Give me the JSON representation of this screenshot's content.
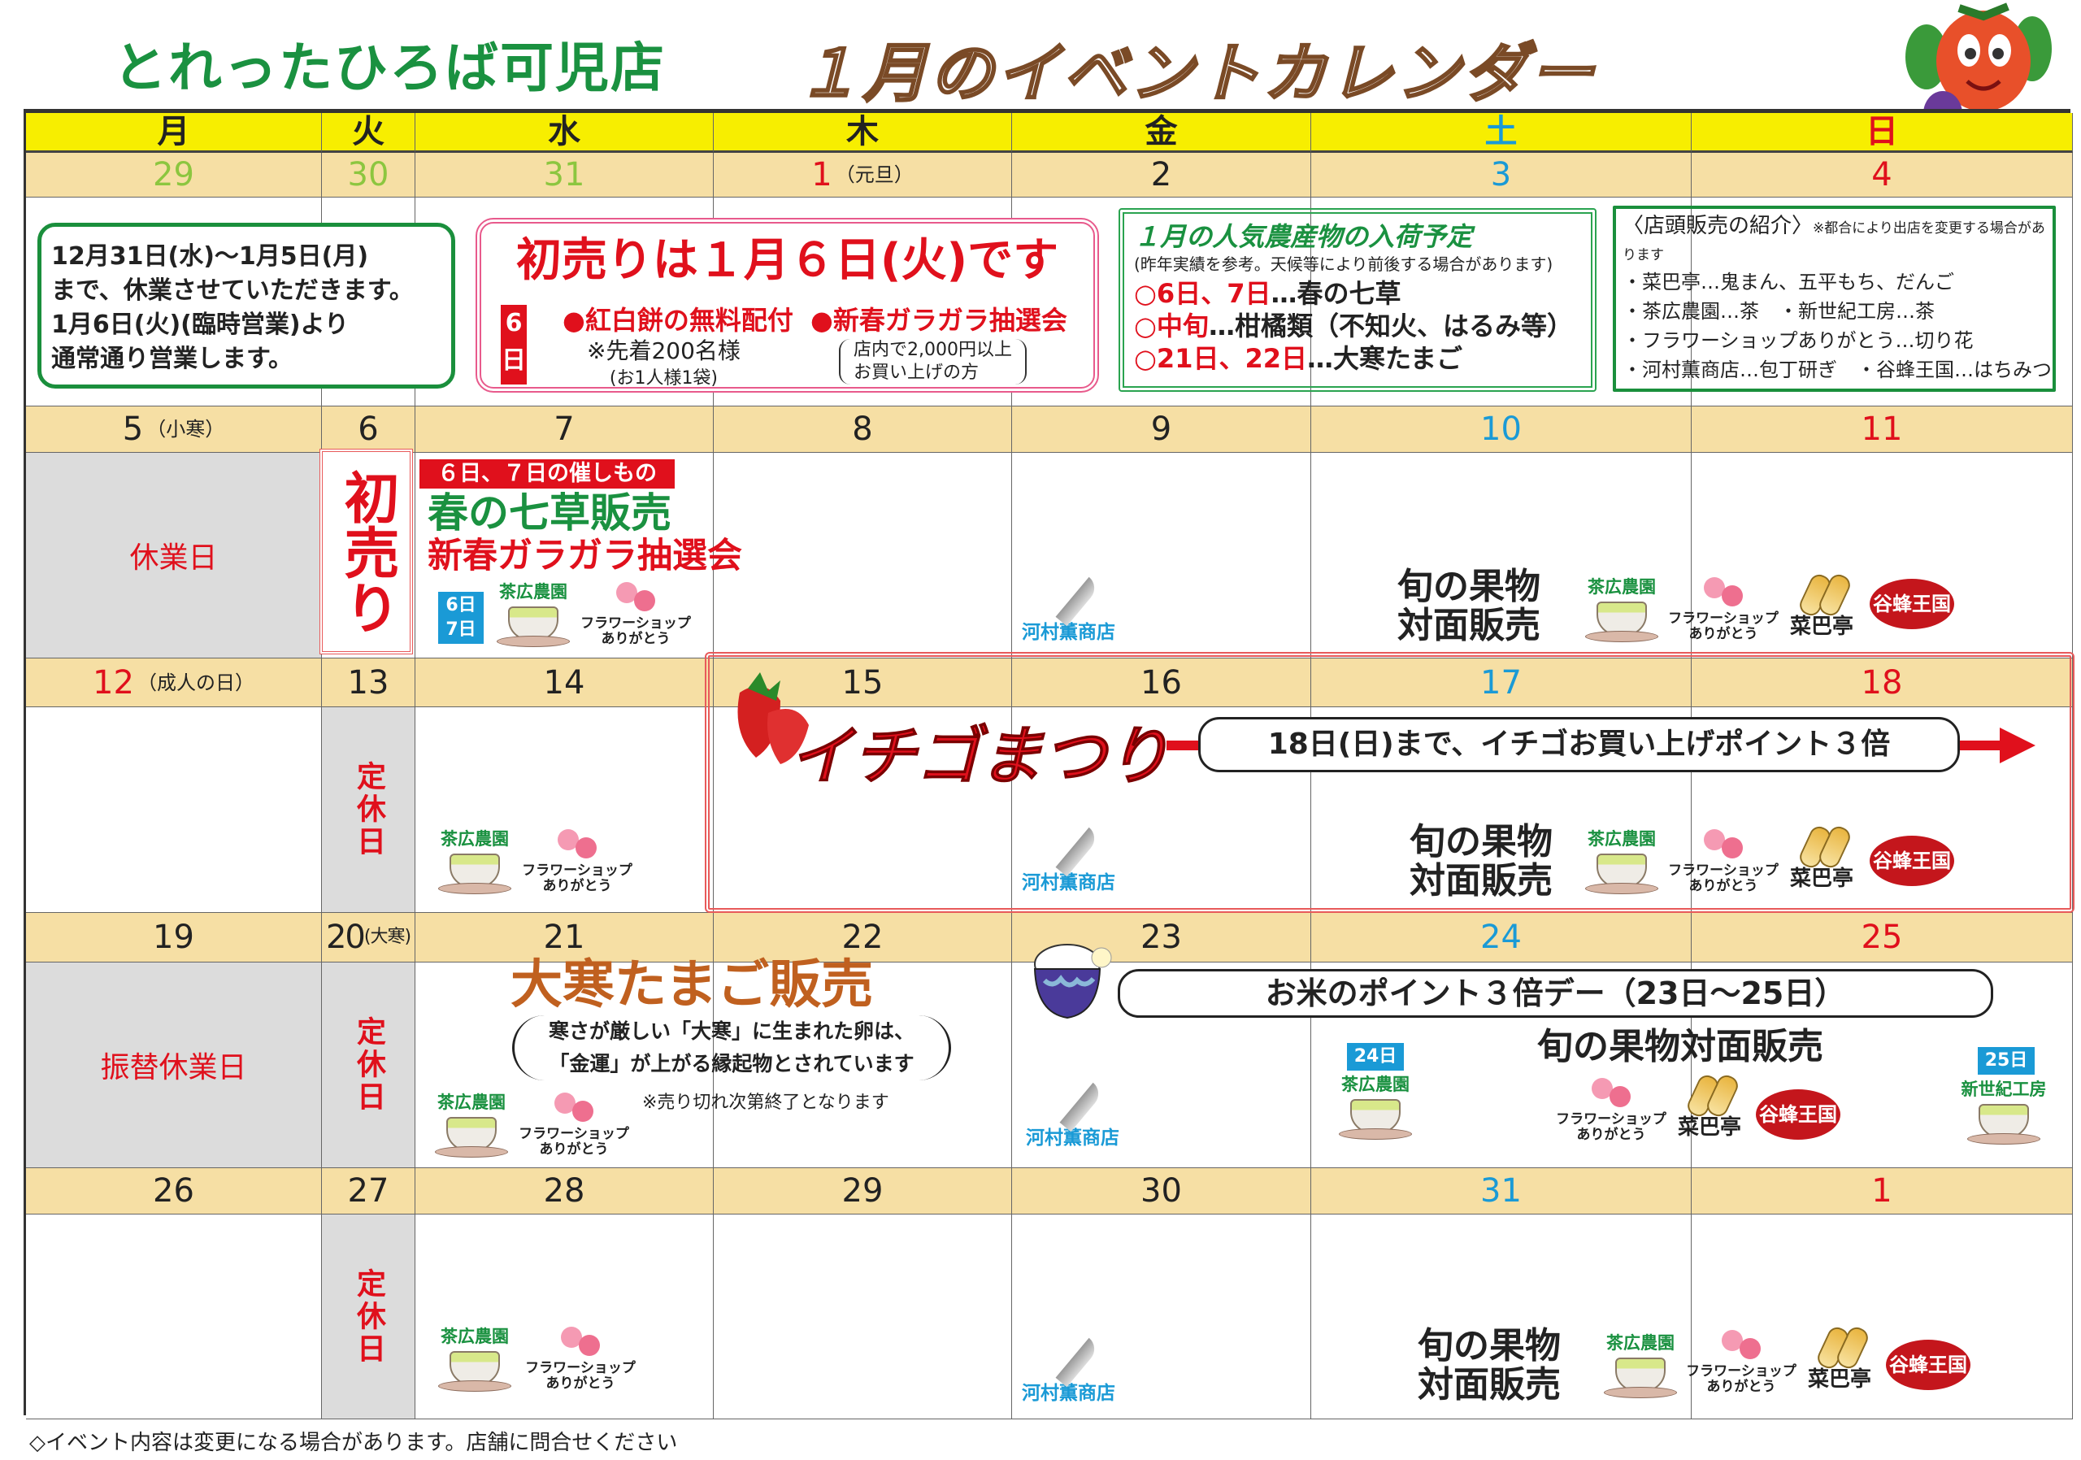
{
  "header": {
    "store_name": "とれったひろば可児店",
    "title": "１月のイベントカレンダー"
  },
  "colors": {
    "prev_month": "#8cc63f",
    "holiday": "#e0101c",
    "saturday": "#1a9ad6",
    "weekday": "#222222",
    "brand_green": "#1a9140",
    "header_yellow": "#f7ee00",
    "date_row": "#f6dfa4"
  },
  "weekdays": [
    {
      "label": "月",
      "type": "weekday"
    },
    {
      "label": "火",
      "type": "weekday"
    },
    {
      "label": "水",
      "type": "weekday"
    },
    {
      "label": "木",
      "type": "weekday"
    },
    {
      "label": "金",
      "type": "weekday"
    },
    {
      "label": "土",
      "type": "saturday"
    },
    {
      "label": "日",
      "type": "holiday"
    }
  ],
  "weeks": [
    {
      "days": [
        {
          "d": "29",
          "type": "prev_month"
        },
        {
          "d": "30",
          "type": "prev_month"
        },
        {
          "d": "31",
          "type": "prev_month"
        },
        {
          "d": "1",
          "note": "（元旦）",
          "type": "holiday"
        },
        {
          "d": "2",
          "type": "weekday"
        },
        {
          "d": "3",
          "type": "saturday"
        },
        {
          "d": "4",
          "type": "holiday"
        }
      ]
    },
    {
      "days": [
        {
          "d": "5",
          "note": "（小寒）",
          "type": "weekday",
          "gray": true,
          "closed": "休業日"
        },
        {
          "d": "6",
          "type": "weekday"
        },
        {
          "d": "7",
          "type": "weekday"
        },
        {
          "d": "8",
          "type": "weekday"
        },
        {
          "d": "9",
          "type": "weekday"
        },
        {
          "d": "10",
          "type": "saturday"
        },
        {
          "d": "11",
          "type": "holiday"
        }
      ]
    },
    {
      "days": [
        {
          "d": "12",
          "note": "（成人の日）",
          "type": "holiday"
        },
        {
          "d": "13",
          "type": "weekday",
          "gray": true,
          "closed_v": "定休日"
        },
        {
          "d": "14",
          "type": "weekday"
        },
        {
          "d": "15",
          "type": "weekday"
        },
        {
          "d": "16",
          "type": "weekday"
        },
        {
          "d": "17",
          "type": "saturday"
        },
        {
          "d": "18",
          "type": "holiday"
        }
      ]
    },
    {
      "days": [
        {
          "d": "19",
          "type": "weekday",
          "gray": true,
          "closed": "振替休業日"
        },
        {
          "d": "20",
          "note": "(大寒)",
          "type": "weekday",
          "gray": true,
          "closed_v": "定休日"
        },
        {
          "d": "21",
          "type": "weekday"
        },
        {
          "d": "22",
          "type": "weekday"
        },
        {
          "d": "23",
          "type": "weekday"
        },
        {
          "d": "24",
          "type": "saturday"
        },
        {
          "d": "25",
          "type": "holiday"
        }
      ]
    },
    {
      "days": [
        {
          "d": "26",
          "type": "weekday"
        },
        {
          "d": "27",
          "type": "weekday",
          "gray": true,
          "closed_v": "定休日"
        },
        {
          "d": "28",
          "type": "weekday"
        },
        {
          "d": "29",
          "type": "weekday"
        },
        {
          "d": "30",
          "type": "weekday"
        },
        {
          "d": "31",
          "type": "saturday"
        },
        {
          "d": "1",
          "type": "holiday"
        }
      ]
    }
  ],
  "notice": {
    "lines": [
      "12月31日(水)～1月5日(月)",
      "まで、休業させていただきます。",
      "1月6日(火)(臨時営業)より",
      "通常通り営業します。"
    ]
  },
  "hatsuuri": {
    "title": "初売りは１月６日(火)です",
    "day_badge": "6日",
    "item1": "●紅白餅の無料配付",
    "item1_sub": "※先着200名様",
    "item1_sub2": "(お1人様1袋)",
    "item2": "●新春ガラガラ抽選会",
    "item2_sub1": "店内で2,000円以上",
    "item2_sub2": "お買い上げの方"
  },
  "produce": {
    "title": "１月の人気農産物の入荷予定",
    "subtitle": "(昨年実績を参考。天候等により前後する場合があります)",
    "rows": [
      {
        "when": "○6日、7日",
        "what": "…春の七草"
      },
      {
        "when": "○中旬",
        "what": "…柑橘類（不知火、はるみ等）"
      },
      {
        "when": "○21日、22日",
        "what": "…大寒たまご"
      }
    ]
  },
  "shops": {
    "title": "〈店頭販売の紹介〉",
    "title_note": "※都合により出店を変更する場合があります",
    "lines": [
      "・菜巴亭…鬼まん、五平もち、だんご",
      "・茶広農園…茶　・新世紀工房…茶",
      "・フラワーショップありがとう…切り花",
      "・河村薫商店…包丁研ぎ　・谷蜂王国…はちみつ"
    ]
  },
  "events": {
    "hatsuuri_vertical": "初売り",
    "jan67_label": "６日、７日の催しもの",
    "nanakusa": "春の七草販売",
    "garagara": "新春ガラガラ抽選会",
    "jan67_badge_a": "6日",
    "jan67_badge_b": "7日",
    "fruit_line1": "旬の果物",
    "fruit_line2": "対面販売",
    "fruit_oneline": "旬の果物対面販売",
    "ichigo_title": "イチゴまつり",
    "ichigo_detail": "18日(日)まで、イチゴお買い上げポイント３倍",
    "daikan_title": "大寒たまご販売",
    "daikan_line1": "寒さが厳しい「大寒」に生まれた卵は、",
    "daikan_line2": "「金運」が上がる縁起物とされています",
    "daikan_note": "※売り切れ次第終了となります",
    "rice_title": "お米のポイント３倍デー（23日～25日）",
    "badge_24": "24日",
    "badge_25": "25日"
  },
  "vendors": {
    "tea": "茶広農園",
    "flower_a": "フラワーショップ",
    "flower_b": "ありがとう",
    "nabatei": "菜巴亭",
    "honey": "谷蜂王国",
    "knife": "河村薫商店",
    "shinseiki": "新世紀工房"
  },
  "footer": "◇イベント内容は変更になる場合があります。店舗に問合せください"
}
